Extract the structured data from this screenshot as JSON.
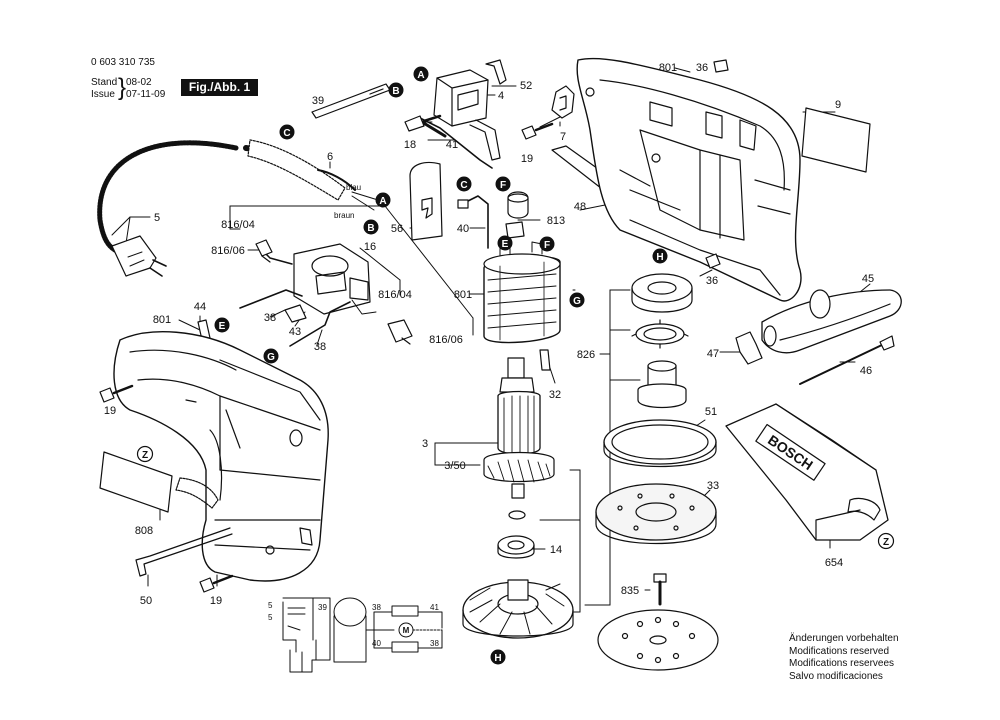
{
  "header": {
    "part_number": "0 603 310 735",
    "stand_label": "Stand",
    "stand_value": "08-02",
    "issue_label": "Issue",
    "issue_value": "07-11-09",
    "figure_label": "Fig./Abb. 1"
  },
  "callouts": [
    {
      "id": "c39",
      "text": "39"
    },
    {
      "id": "c52",
      "text": "52"
    },
    {
      "id": "c4",
      "text": "4"
    },
    {
      "id": "c801a",
      "text": "801"
    },
    {
      "id": "c36a",
      "text": "36"
    },
    {
      "id": "c9",
      "text": "9"
    },
    {
      "id": "c18",
      "text": "18"
    },
    {
      "id": "c41",
      "text": "41"
    },
    {
      "id": "c19a",
      "text": "19"
    },
    {
      "id": "c7",
      "text": "7"
    },
    {
      "id": "c6",
      "text": "6"
    },
    {
      "id": "c5",
      "text": "5"
    },
    {
      "id": "c816_04a",
      "text": "816/04"
    },
    {
      "id": "c816_06a",
      "text": "816/06"
    },
    {
      "id": "c16",
      "text": "16"
    },
    {
      "id": "c56",
      "text": "56"
    },
    {
      "id": "c40",
      "text": "40"
    },
    {
      "id": "c813",
      "text": "813"
    },
    {
      "id": "c48",
      "text": "48"
    },
    {
      "id": "c36b",
      "text": "36"
    },
    {
      "id": "c45",
      "text": "45"
    },
    {
      "id": "c44",
      "text": "44"
    },
    {
      "id": "c801b",
      "text": "801"
    },
    {
      "id": "c38a",
      "text": "38"
    },
    {
      "id": "c43",
      "text": "43"
    },
    {
      "id": "c816_04b",
      "text": "816/04"
    },
    {
      "id": "c816_06b",
      "text": "816/06"
    },
    {
      "id": "c38b",
      "text": "38"
    },
    {
      "id": "c801c",
      "text": "801"
    },
    {
      "id": "c826",
      "text": "826"
    },
    {
      "id": "c47",
      "text": "47"
    },
    {
      "id": "c46",
      "text": "46"
    },
    {
      "id": "c32",
      "text": "32"
    },
    {
      "id": "c19b",
      "text": "19"
    },
    {
      "id": "c3",
      "text": "3"
    },
    {
      "id": "c3_50",
      "text": "3/50"
    },
    {
      "id": "c51",
      "text": "51"
    },
    {
      "id": "c33",
      "text": "33"
    },
    {
      "id": "c808",
      "text": "808"
    },
    {
      "id": "c14",
      "text": "14"
    },
    {
      "id": "c654",
      "text": "654"
    },
    {
      "id": "c50",
      "text": "50"
    },
    {
      "id": "c19c",
      "text": "19"
    },
    {
      "id": "c835",
      "text": "835"
    }
  ],
  "wire_labels": {
    "blau": "blau",
    "braun": "braun"
  },
  "brand": "BOSCH",
  "markers": [
    {
      "id": "mA1",
      "text": "A"
    },
    {
      "id": "mB1",
      "text": "B"
    },
    {
      "id": "mC1",
      "text": "C"
    },
    {
      "id": "mA2",
      "text": "A"
    },
    {
      "id": "mB2",
      "text": "B"
    },
    {
      "id": "mC2",
      "text": "C"
    },
    {
      "id": "mF1",
      "text": "F"
    },
    {
      "id": "mE1",
      "text": "E"
    },
    {
      "id": "mF2",
      "text": "F"
    },
    {
      "id": "mH1",
      "text": "H"
    },
    {
      "id": "mG1",
      "text": "G"
    },
    {
      "id": "mE2",
      "text": "E"
    },
    {
      "id": "mG2",
      "text": "G"
    },
    {
      "id": "mZ1",
      "text": "Z"
    },
    {
      "id": "mZ2",
      "text": "Z"
    },
    {
      "id": "mH2",
      "text": "H"
    }
  ],
  "schematic": {
    "labels": [
      {
        "id": "s5a",
        "text": "5"
      },
      {
        "id": "s5b",
        "text": "5"
      },
      {
        "id": "s39",
        "text": "39"
      },
      {
        "id": "s38a",
        "text": "38"
      },
      {
        "id": "s41",
        "text": "41"
      },
      {
        "id": "s40",
        "text": "40"
      },
      {
        "id": "s38b",
        "text": "38"
      }
    ],
    "motor_symbol": "M"
  },
  "notes": [
    "Änderungen vorbehalten",
    "Modifications reserved",
    "Modifications reservees",
    "Salvo modificaciones"
  ]
}
